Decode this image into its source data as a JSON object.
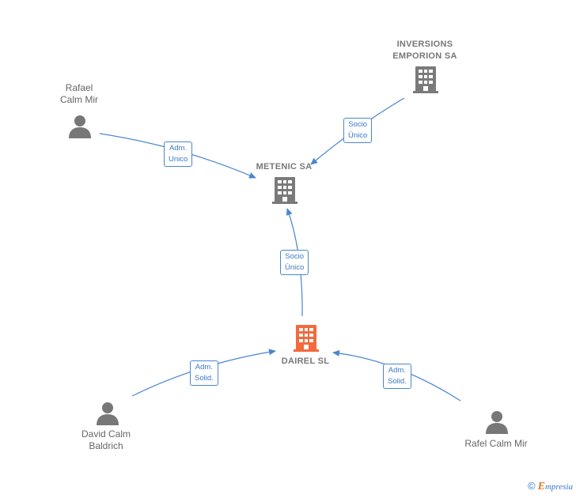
{
  "colors": {
    "edge": "#4a86cf",
    "company": "#7a7a7a",
    "focus_company": "#f26a3d",
    "person": "#777777"
  },
  "nodes": [
    {
      "id": "inversions",
      "type": "company",
      "label": "INVERSIONS\nEMPORION SA",
      "icon": "building-icon"
    },
    {
      "id": "rafael",
      "type": "person",
      "label": "Rafael\nCalm Mir",
      "icon": "person-icon"
    },
    {
      "id": "metenic",
      "type": "company",
      "label": "METENIC SA",
      "icon": "building-icon"
    },
    {
      "id": "dairel",
      "type": "company_focus",
      "label": "DAIREL  SL",
      "icon": "building-icon"
    },
    {
      "id": "david",
      "type": "person",
      "label": "David Calm\nBaldrich",
      "icon": "person-icon"
    },
    {
      "id": "rafel",
      "type": "person",
      "label": "Rafel Calm Mir",
      "icon": "person-icon"
    }
  ],
  "edges": [
    {
      "from": "inversions",
      "to": "metenic",
      "label": "Socio\nÚnico"
    },
    {
      "from": "rafael",
      "to": "metenic",
      "label": "Adm.\nUnico"
    },
    {
      "from": "dairel",
      "to": "metenic",
      "label": "Socio\nÚnico"
    },
    {
      "from": "david",
      "to": "dairel",
      "label": "Adm.\nSolid."
    },
    {
      "from": "rafel",
      "to": "dairel",
      "label": "Adm.\nSolid."
    }
  ],
  "brand": {
    "copyright": "©",
    "e": "E",
    "name": "mpresia"
  }
}
